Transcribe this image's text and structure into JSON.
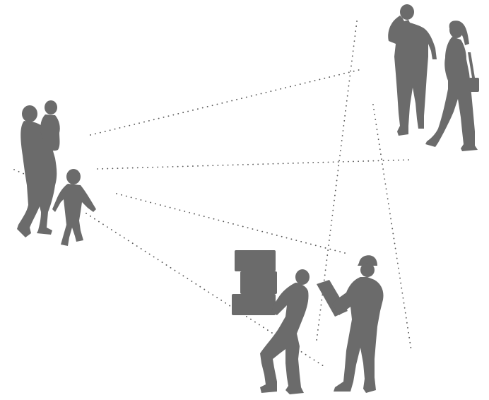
{
  "colors": {
    "background": "#ffffff",
    "silhouette": "#6b6b6b",
    "dotted_line": "#5a5a5a"
  },
  "groups": [
    {
      "id": "family",
      "figures": [
        "adult-carrying-child",
        "walking-child"
      ]
    },
    {
      "id": "couple",
      "figures": [
        "man-on-phone",
        "woman-with-handbag"
      ]
    },
    {
      "id": "workers",
      "figures": [
        "worker-carrying-boxes",
        "worker-with-clipboard"
      ]
    }
  ]
}
